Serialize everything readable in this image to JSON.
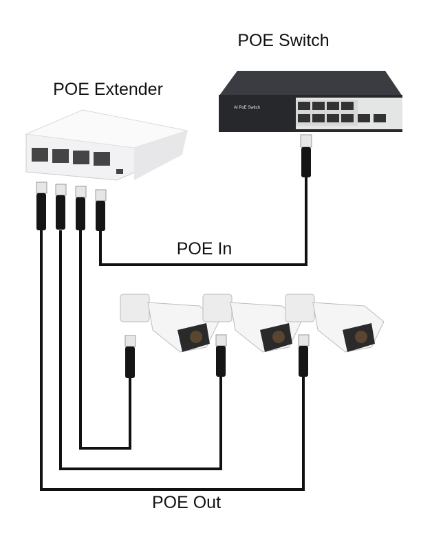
{
  "labels": {
    "switch": "POE Switch",
    "extender": "POE Extender",
    "poe_in": "POE In",
    "poe_out": "POE Out"
  },
  "devices": {
    "switch_brand_text": "AI PoE Switch",
    "extender_ports": 4,
    "switch_poe_ports": 8,
    "switch_uplink_ports": 2,
    "camera_count": 3
  },
  "colors": {
    "cable": "#111111",
    "switch_body": "#2b2d31",
    "extender_body": "#f1f1f3",
    "camera_body": "#f4f4f4"
  }
}
